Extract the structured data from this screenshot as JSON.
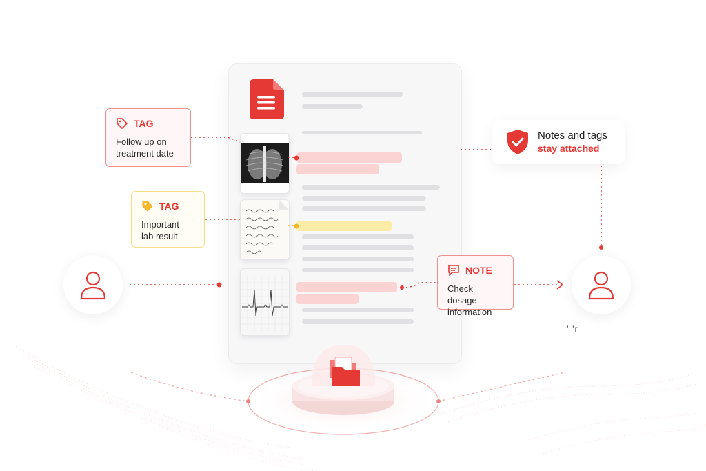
{
  "callouts": {
    "tag_red": {
      "label": "TAG",
      "text_1": "Follow up on",
      "text_2": "treatment date"
    },
    "tag_yellow": {
      "label": "TAG",
      "text_1": "Important",
      "text_2": "lab result"
    },
    "note": {
      "label": "NOTE",
      "text_1": "Check dosage",
      "text_2": "information"
    }
  },
  "badge": {
    "line_1": "Notes and tags",
    "line_2": "stay attached"
  },
  "recipient_label": "ʼ          ’r",
  "icons": [
    "document-icon",
    "tag-icon",
    "person-icon",
    "speech-bubble-icon",
    "shield-check-icon",
    "folder-icon",
    "xray-image",
    "handwritten-note-image",
    "ecg-chart-image"
  ],
  "colors": {
    "accent": "#e53935",
    "highlight_red": "#fbd3d3",
    "highlight_yellow": "#fdeca6",
    "tag_yellow": "#f5b82e"
  }
}
